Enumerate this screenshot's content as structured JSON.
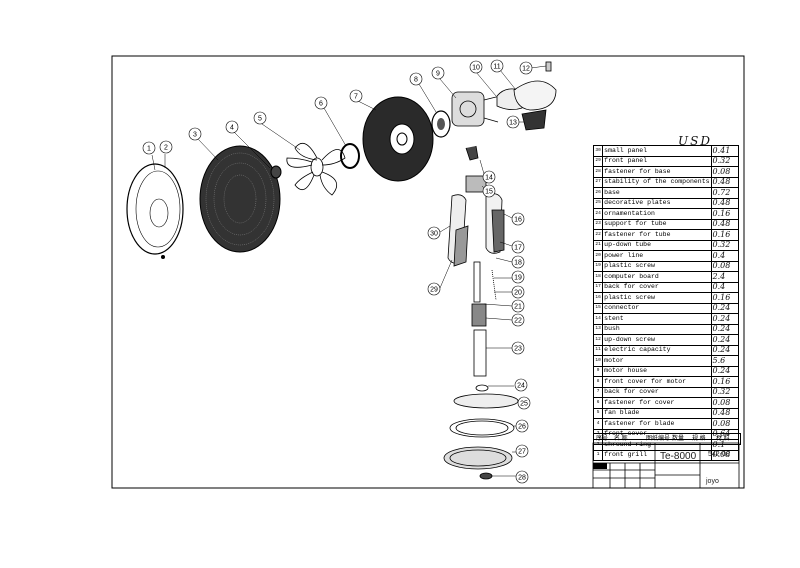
{
  "callouts": [
    "1",
    "2",
    "3",
    "4",
    "5",
    "6",
    "7",
    "8",
    "9",
    "10",
    "11",
    "12",
    "13",
    "14",
    "15",
    "16",
    "17",
    "18",
    "19",
    "20",
    "21",
    "22",
    "23",
    "24",
    "25",
    "26",
    "27",
    "28",
    "29",
    "30"
  ],
  "price_table": {
    "handwritten_heading": "USD",
    "rows": [
      {
        "no": "30",
        "name": "small panel",
        "price": "0.41"
      },
      {
        "no": "29",
        "name": "front panel",
        "price": "0.32"
      },
      {
        "no": "28",
        "name": "fastener for base",
        "price": "0.08"
      },
      {
        "no": "27",
        "name": "stability of the components",
        "price": "0.48"
      },
      {
        "no": "26",
        "name": "base",
        "price": "0.72"
      },
      {
        "no": "25",
        "name": "decorative plates",
        "price": "0.48"
      },
      {
        "no": "24",
        "name": "ornamentation",
        "price": "0.16"
      },
      {
        "no": "23",
        "name": "support for tube",
        "price": "0.48"
      },
      {
        "no": "22",
        "name": "fastener for tube",
        "price": "0.16"
      },
      {
        "no": "21",
        "name": "up-down tube",
        "price": "0.32"
      },
      {
        "no": "20",
        "name": "power line",
        "price": "0.4"
      },
      {
        "no": "19",
        "name": "plastic screw",
        "price": "0.08"
      },
      {
        "no": "18",
        "name": "computer board",
        "price": "2.4"
      },
      {
        "no": "17",
        "name": "back for cover",
        "price": "0.4"
      },
      {
        "no": "16",
        "name": "plastic screw",
        "price": "0.16"
      },
      {
        "no": "15",
        "name": "connector",
        "price": "0.24"
      },
      {
        "no": "14",
        "name": "stent",
        "price": "0.24"
      },
      {
        "no": "13",
        "name": "bush",
        "price": "0.24"
      },
      {
        "no": "12",
        "name": "up-down screw",
        "price": "0.24"
      },
      {
        "no": "11",
        "name": "electric capacity",
        "price": "0.24"
      },
      {
        "no": "10",
        "name": "motor",
        "price": "5.6"
      },
      {
        "no": "9",
        "name": "motor house",
        "price": "0.24"
      },
      {
        "no": "8",
        "name": "front cover for motor",
        "price": "0.16"
      },
      {
        "no": "7",
        "name": "back for cover",
        "price": "0.32"
      },
      {
        "no": "6",
        "name": "fastener for cover",
        "price": "0.08"
      },
      {
        "no": "5",
        "name": "fan blade",
        "price": "0.48"
      },
      {
        "no": "4",
        "name": "fastener for blade",
        "price": "0.08"
      },
      {
        "no": "3",
        "name": "front cover",
        "price": "0.64"
      },
      {
        "no": "2",
        "name": "shround ring",
        "price": "0.1"
      },
      {
        "no": "1",
        "name": "front grill",
        "price": "0.08"
      }
    ],
    "header": {
      "no": "序号",
      "name": "名 称",
      "drawing": "图纸编号",
      "qty": "数量",
      "spec": "规 格",
      "material": "材 料"
    }
  },
  "title_block": {
    "model": "Te-8000",
    "code": "542-00",
    "company": "joyo"
  }
}
